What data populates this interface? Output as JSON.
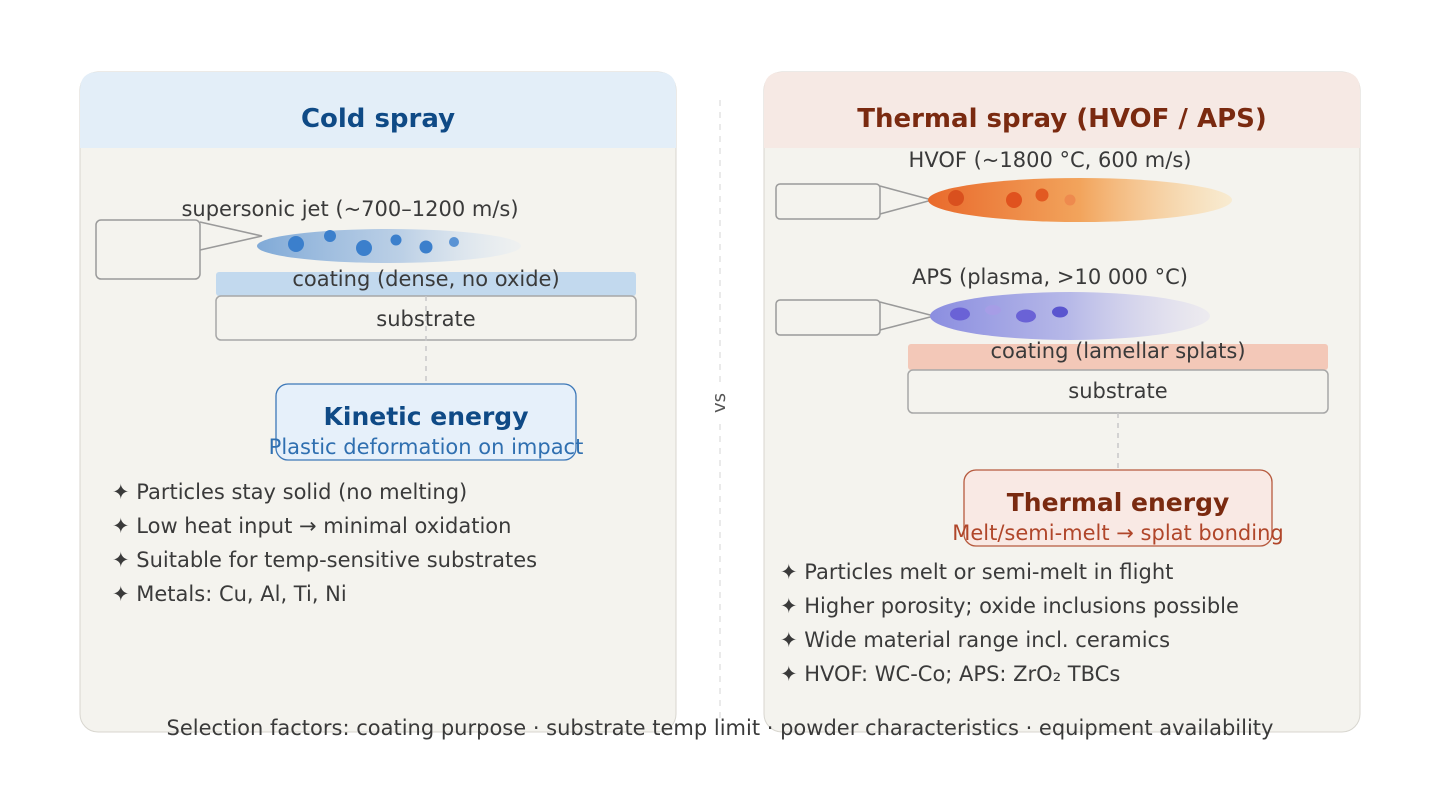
{
  "colors": {
    "panel_bg": "#f4f3ee",
    "panel_border": "#d8d6cf",
    "cold_header_bg": "#e3eef8",
    "cold_title": "#0f4a86",
    "cold_coating": "#c2d9ee",
    "cold_box_bg": "#e6f0fa",
    "cold_box_border": "#3d78b8",
    "cold_box_subtitle": "#2f6fb0",
    "thermal_header_bg": "#f6e9e4",
    "thermal_title": "#7a2a10",
    "thermal_coating": "#f3c8b8",
    "thermal_box_bg": "#f9e9e4",
    "thermal_box_border": "#b65a3e",
    "thermal_box_subtitle": "#b0462a",
    "text": "#3a3a3a",
    "muted": "#9a9a9a"
  },
  "cold": {
    "title": "Cold spray",
    "jet_label": "supersonic jet (~700–1200 m/s)",
    "coating_label": "coating (dense, no oxide)",
    "substrate_label": "substrate",
    "box_title": "Kinetic energy",
    "box_subtitle": "Plastic deformation on impact",
    "bullets": [
      "✦ Particles stay solid (no melting)",
      "✦ Low heat input → minimal oxidation",
      "✦ Suitable for temp-sensitive substrates",
      "✦ Metals: Cu, Al, Ti, Ni"
    ]
  },
  "divider_label": "vs",
  "thermal": {
    "title": "Thermal spray (HVOF / APS)",
    "hvof_label": "HVOF (~1800 °C, 600 m/s)",
    "aps_label": "APS (plasma, >10 000 °C)",
    "coating_label": "coating (lamellar splats)",
    "substrate_label": "substrate",
    "box_title": "Thermal energy",
    "box_subtitle": "Melt/semi-melt → splat bonding",
    "bullets": [
      "✦ Particles melt or semi-melt in flight",
      "✦ Higher porosity; oxide inclusions possible",
      "✦ Wide material range incl. ceramics",
      "✦ HVOF: WC-Co; APS: ZrO₂ TBCs"
    ]
  },
  "footer": "Selection factors: coating purpose · substrate temp limit · powder characteristics · equipment availability"
}
